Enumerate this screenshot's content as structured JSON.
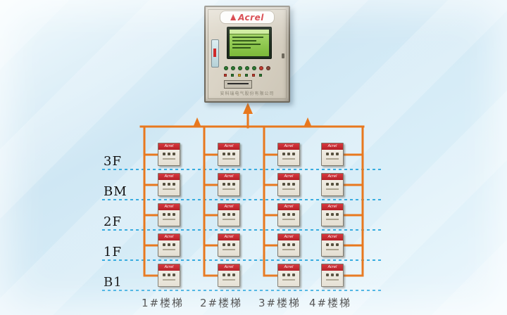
{
  "panel": {
    "brand": "Acrel",
    "company_text": "安科瑞电气股份有限公司"
  },
  "device": {
    "brand": "Acrel"
  },
  "floors": [
    {
      "label": "3F"
    },
    {
      "label": "BM"
    },
    {
      "label": "2F"
    },
    {
      "label": "1F"
    },
    {
      "label": "B1"
    }
  ],
  "stair_columns": [
    {
      "label": "1#楼梯"
    },
    {
      "label": "2#楼梯"
    },
    {
      "label": "3#楼梯"
    },
    {
      "label": "4#楼梯"
    }
  ],
  "colors": {
    "wire": "#e8781e",
    "floor_line": "#38ace0",
    "device_header": "#c8252c",
    "screen_green": "#8cc63f",
    "cabinet_body": "#d6cfc1",
    "brand_red": "#d01f26",
    "background": "#d8edf8"
  }
}
